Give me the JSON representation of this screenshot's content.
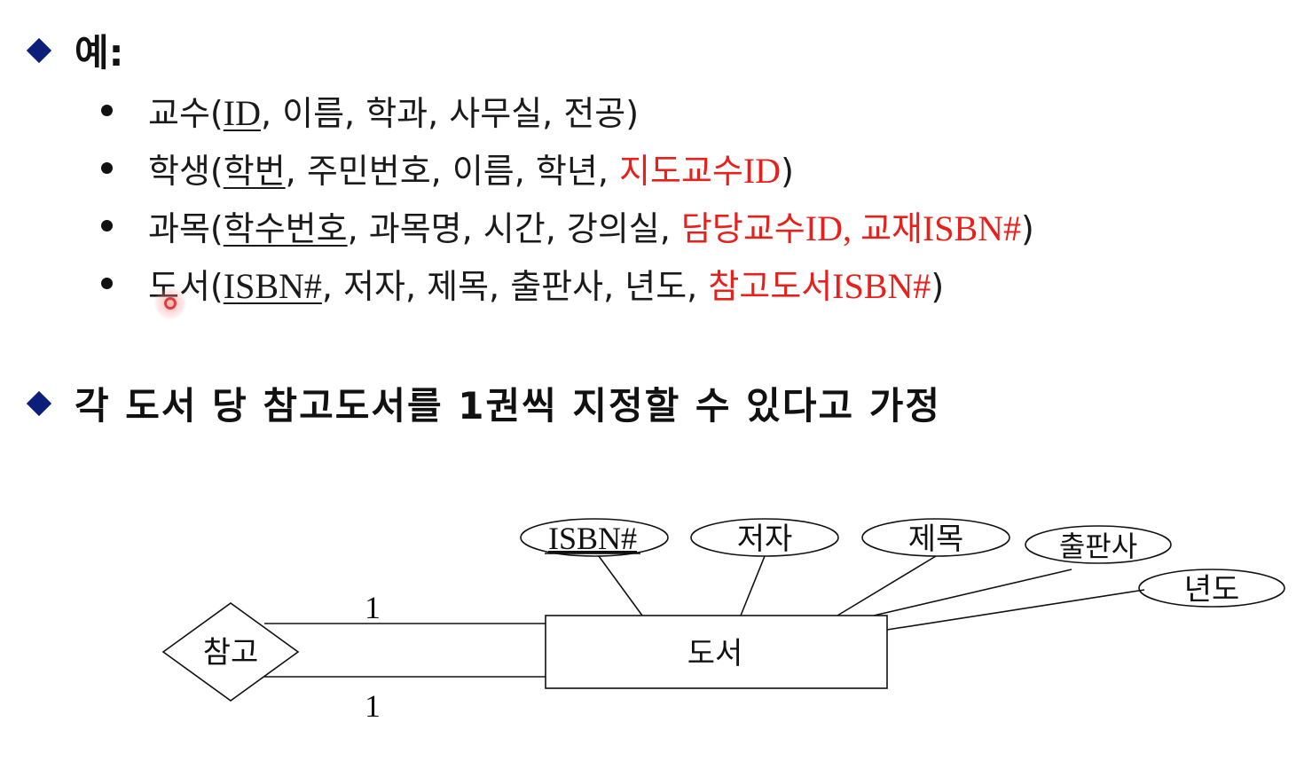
{
  "heading_example": "예:",
  "relations": [
    {
      "name": "교수",
      "segments": [
        {
          "text": "교수(",
          "kind": "plain"
        },
        {
          "text": "ID",
          "kind": "key",
          "latin": true
        },
        {
          "text": ", 이름, 학과, 사무실, 전공)",
          "kind": "plain"
        }
      ]
    },
    {
      "name": "학생",
      "segments": [
        {
          "text": "학생(",
          "kind": "plain"
        },
        {
          "text": "학번",
          "kind": "key"
        },
        {
          "text": ", 주민번호, 이름, 학년, ",
          "kind": "plain"
        },
        {
          "text": "지도교수",
          "kind": "fk"
        },
        {
          "text": "ID",
          "kind": "fk",
          "latin": true
        },
        {
          "text": ")",
          "kind": "plain"
        }
      ]
    },
    {
      "name": "과목",
      "segments": [
        {
          "text": "과목(",
          "kind": "plain"
        },
        {
          "text": "학수번호",
          "kind": "key"
        },
        {
          "text": ", 과목명, 시간, 강의실, ",
          "kind": "plain"
        },
        {
          "text": "담당교수",
          "kind": "fk"
        },
        {
          "text": "ID, ",
          "kind": "fk",
          "latin": true
        },
        {
          "text": "교재",
          "kind": "fk"
        },
        {
          "text": "ISBN#",
          "kind": "fk",
          "latin": true
        },
        {
          "text": ")",
          "kind": "plain"
        }
      ]
    },
    {
      "name": "도서",
      "segments": [
        {
          "text": "도서(",
          "kind": "plain"
        },
        {
          "text": "ISBN#",
          "kind": "key",
          "latin": true
        },
        {
          "text": ", 저자, 제목, 출판사, 년도, ",
          "kind": "plain"
        },
        {
          "text": "참고도서",
          "kind": "fk"
        },
        {
          "text": "ISBN#",
          "kind": "fk",
          "latin": true
        },
        {
          "text": ")",
          "kind": "plain"
        }
      ]
    }
  ],
  "heading_assumption": "각 도서 당 참고도서를 1권씩 지정할 수 있다고 가정",
  "er_diagram": {
    "entity": "도서",
    "relationship": "참고",
    "cardinality_top": "1",
    "cardinality_bottom": "1",
    "attributes": [
      {
        "label": "ISBN#",
        "key": true
      },
      {
        "label": "저자",
        "key": false
      },
      {
        "label": "제목",
        "key": false
      },
      {
        "label": "출판사",
        "key": false
      },
      {
        "label": "년도",
        "key": false
      }
    ]
  },
  "colors": {
    "bullet_diamond": "#0b1f7a",
    "foreign_key": "#e8201c",
    "text": "#1a1a1a"
  }
}
